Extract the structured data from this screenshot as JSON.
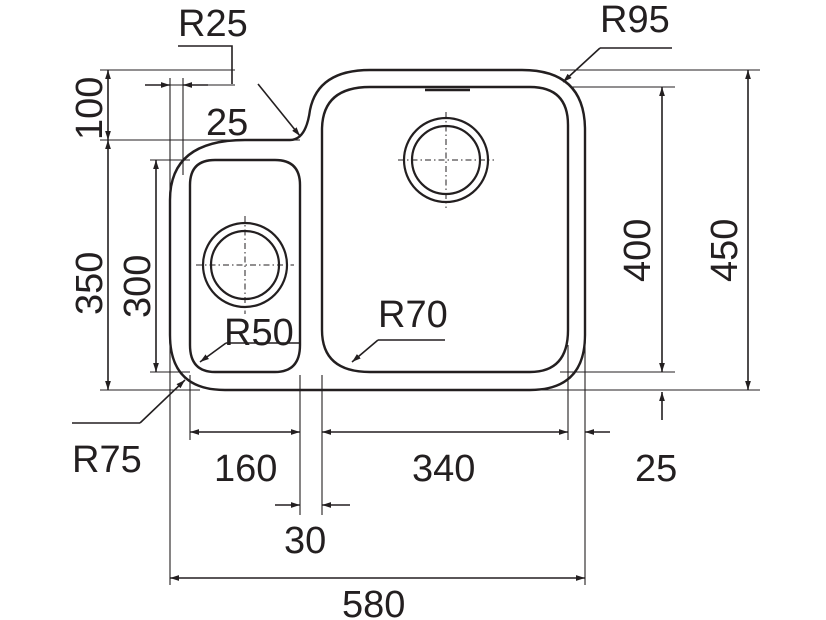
{
  "drawing": {
    "radii": {
      "overall_corner": "R75",
      "small_bowl_corner": "R50",
      "large_bowl_corner": "R70",
      "top_right_corner": "R95",
      "notch_corner": "R25"
    },
    "widths": {
      "overall": "580",
      "small_bowl": "160",
      "divider": "30",
      "large_bowl": "340",
      "right_rim": "25"
    },
    "heights": {
      "overall": "450",
      "large_bowl": "400",
      "small_section": "350",
      "small_bowl": "300",
      "top_step": "100",
      "top_rim": "25"
    }
  }
}
